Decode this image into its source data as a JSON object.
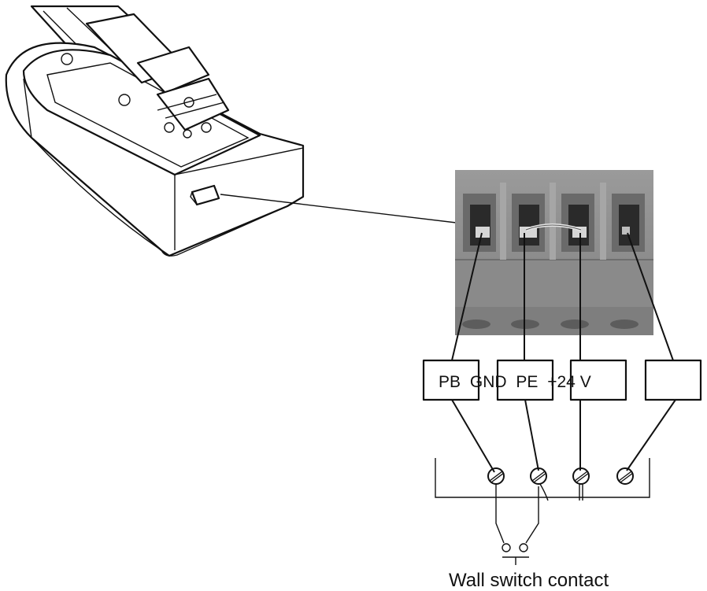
{
  "terminal_labels": [
    "PB",
    "GND",
    "PE",
    "+24 V"
  ],
  "caption": "Wall switch contact",
  "colors": {
    "line": "#111111",
    "terminal_block": "#8f8f8f",
    "terminal_block_dark": "#5a5a5a",
    "background": "#ffffff"
  }
}
